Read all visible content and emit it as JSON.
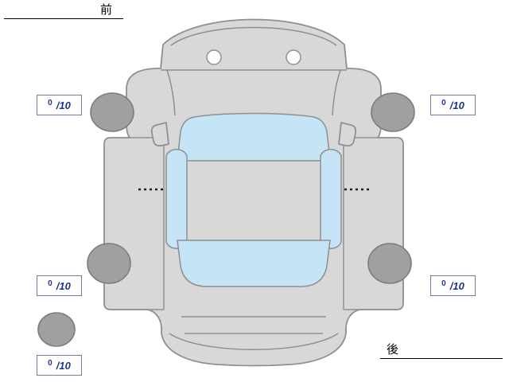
{
  "diagram": {
    "labels": {
      "front": "前",
      "rear": "後"
    },
    "tire_scores": {
      "front_left": {
        "value": "0",
        "denominator": "/10"
      },
      "front_right": {
        "value": "0",
        "denominator": "/10"
      },
      "rear_left": {
        "value": "0",
        "denominator": "/10"
      },
      "rear_right": {
        "value": "0",
        "denominator": "/10"
      },
      "spare": {
        "value": "0",
        "denominator": "/10"
      }
    },
    "icons": {
      "car": "car-top-view",
      "tires": [
        "tire-front-left",
        "tire-front-right",
        "tire-rear-left",
        "tire-rear-right",
        "spare-tire"
      ]
    }
  },
  "colors": {
    "body": "#d8d8d8",
    "body_outline": "#8f8f8f",
    "glass": "#c5e5f6",
    "tire": "#a0a0a0",
    "tire_outline": "#7c7c7c",
    "score_text": "#223388",
    "score_border": "#6f7f9f",
    "label_text": "#000000",
    "page_bg": "#ffffff"
  }
}
